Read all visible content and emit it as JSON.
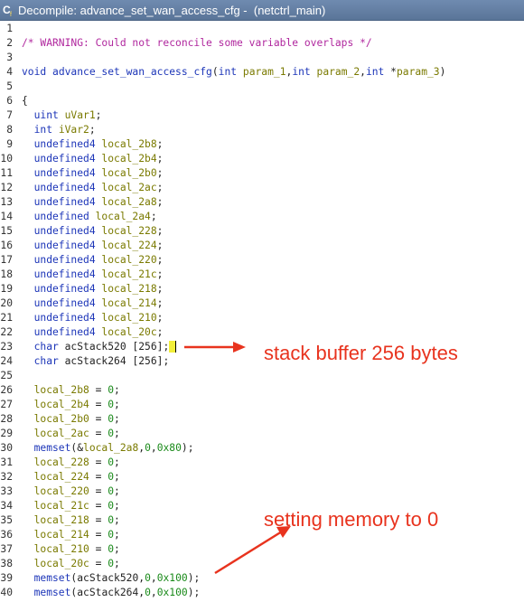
{
  "window": {
    "title": "Decompile: advance_set_wan_access_cfg -  (netctrl_main)",
    "icon": "decompile-icon"
  },
  "code_lines": [
    {
      "n": "1",
      "parts": []
    },
    {
      "n": "2",
      "parts": [
        {
          "t": "/* WARNING: Could not reconcile some variable overlaps */",
          "c": "cm"
        }
      ]
    },
    {
      "n": "3",
      "parts": []
    },
    {
      "n": "4",
      "parts": [
        {
          "t": "void ",
          "c": "ty"
        },
        {
          "t": "advance_set_wan_access_cfg",
          "c": "fn"
        },
        {
          "t": "(",
          "c": "pl"
        },
        {
          "t": "int ",
          "c": "ty"
        },
        {
          "t": "param_1",
          "c": "vr"
        },
        {
          "t": ",",
          "c": "pl"
        },
        {
          "t": "int ",
          "c": "ty"
        },
        {
          "t": "param_2",
          "c": "vr"
        },
        {
          "t": ",",
          "c": "pl"
        },
        {
          "t": "int ",
          "c": "ty"
        },
        {
          "t": "*",
          "c": "pl"
        },
        {
          "t": "param_3",
          "c": "vr"
        },
        {
          "t": ")",
          "c": "pl"
        }
      ]
    },
    {
      "n": "5",
      "parts": []
    },
    {
      "n": "6",
      "parts": [
        {
          "t": "{",
          "c": "pl"
        }
      ]
    },
    {
      "n": "7",
      "parts": [
        {
          "t": "  uint ",
          "c": "ty"
        },
        {
          "t": "uVar1",
          "c": "vr"
        },
        {
          "t": ";",
          "c": "pl"
        }
      ]
    },
    {
      "n": "8",
      "parts": [
        {
          "t": "  int ",
          "c": "ty"
        },
        {
          "t": "iVar2",
          "c": "vr"
        },
        {
          "t": ";",
          "c": "pl"
        }
      ]
    },
    {
      "n": "9",
      "parts": [
        {
          "t": "  undefined4 ",
          "c": "ty"
        },
        {
          "t": "local_2b8",
          "c": "vr"
        },
        {
          "t": ";",
          "c": "pl"
        }
      ]
    },
    {
      "n": "10",
      "parts": [
        {
          "t": "  undefined4 ",
          "c": "ty"
        },
        {
          "t": "local_2b4",
          "c": "vr"
        },
        {
          "t": ";",
          "c": "pl"
        }
      ]
    },
    {
      "n": "11",
      "parts": [
        {
          "t": "  undefined4 ",
          "c": "ty"
        },
        {
          "t": "local_2b0",
          "c": "vr"
        },
        {
          "t": ";",
          "c": "pl"
        }
      ]
    },
    {
      "n": "12",
      "parts": [
        {
          "t": "  undefined4 ",
          "c": "ty"
        },
        {
          "t": "local_2ac",
          "c": "vr"
        },
        {
          "t": ";",
          "c": "pl"
        }
      ]
    },
    {
      "n": "13",
      "parts": [
        {
          "t": "  undefined4 ",
          "c": "ty"
        },
        {
          "t": "local_2a8",
          "c": "vr"
        },
        {
          "t": ";",
          "c": "pl"
        }
      ]
    },
    {
      "n": "14",
      "parts": [
        {
          "t": "  undefined ",
          "c": "ty"
        },
        {
          "t": "local_2a4",
          "c": "vr"
        },
        {
          "t": ";",
          "c": "pl"
        }
      ]
    },
    {
      "n": "15",
      "parts": [
        {
          "t": "  undefined4 ",
          "c": "ty"
        },
        {
          "t": "local_228",
          "c": "vr"
        },
        {
          "t": ";",
          "c": "pl"
        }
      ]
    },
    {
      "n": "16",
      "parts": [
        {
          "t": "  undefined4 ",
          "c": "ty"
        },
        {
          "t": "local_224",
          "c": "vr"
        },
        {
          "t": ";",
          "c": "pl"
        }
      ]
    },
    {
      "n": "17",
      "parts": [
        {
          "t": "  undefined4 ",
          "c": "ty"
        },
        {
          "t": "local_220",
          "c": "vr"
        },
        {
          "t": ";",
          "c": "pl"
        }
      ]
    },
    {
      "n": "18",
      "parts": [
        {
          "t": "  undefined4 ",
          "c": "ty"
        },
        {
          "t": "local_21c",
          "c": "vr"
        },
        {
          "t": ";",
          "c": "pl"
        }
      ]
    },
    {
      "n": "19",
      "parts": [
        {
          "t": "  undefined4 ",
          "c": "ty"
        },
        {
          "t": "local_218",
          "c": "vr"
        },
        {
          "t": ";",
          "c": "pl"
        }
      ]
    },
    {
      "n": "20",
      "parts": [
        {
          "t": "  undefined4 ",
          "c": "ty"
        },
        {
          "t": "local_214",
          "c": "vr"
        },
        {
          "t": ";",
          "c": "pl"
        }
      ]
    },
    {
      "n": "21",
      "parts": [
        {
          "t": "  undefined4 ",
          "c": "ty"
        },
        {
          "t": "local_210",
          "c": "vr"
        },
        {
          "t": ";",
          "c": "pl"
        }
      ]
    },
    {
      "n": "22",
      "parts": [
        {
          "t": "  undefined4 ",
          "c": "ty"
        },
        {
          "t": "local_20c",
          "c": "vr"
        },
        {
          "t": ";",
          "c": "pl"
        }
      ]
    },
    {
      "n": "23",
      "parts": [
        {
          "t": "  char ",
          "c": "ty"
        },
        {
          "t": "acStack520 ",
          "c": "pl"
        },
        {
          "t": "[256]",
          "c": "pl"
        },
        {
          "t": ";",
          "c": "pl"
        },
        {
          "t": "|",
          "c": "hlc"
        }
      ]
    },
    {
      "n": "24",
      "parts": [
        {
          "t": "  char ",
          "c": "ty"
        },
        {
          "t": "acStack264 ",
          "c": "pl"
        },
        {
          "t": "[256]",
          "c": "pl"
        },
        {
          "t": ";",
          "c": "pl"
        }
      ]
    },
    {
      "n": "25",
      "parts": []
    },
    {
      "n": "26",
      "parts": [
        {
          "t": "  local_2b8",
          "c": "vr"
        },
        {
          "t": " = ",
          "c": "pl"
        },
        {
          "t": "0",
          "c": "num"
        },
        {
          "t": ";",
          "c": "pl"
        }
      ]
    },
    {
      "n": "27",
      "parts": [
        {
          "t": "  local_2b4",
          "c": "vr"
        },
        {
          "t": " = ",
          "c": "pl"
        },
        {
          "t": "0",
          "c": "num"
        },
        {
          "t": ";",
          "c": "pl"
        }
      ]
    },
    {
      "n": "28",
      "parts": [
        {
          "t": "  local_2b0",
          "c": "vr"
        },
        {
          "t": " = ",
          "c": "pl"
        },
        {
          "t": "0",
          "c": "num"
        },
        {
          "t": ";",
          "c": "pl"
        }
      ]
    },
    {
      "n": "29",
      "parts": [
        {
          "t": "  local_2ac",
          "c": "vr"
        },
        {
          "t": " = ",
          "c": "pl"
        },
        {
          "t": "0",
          "c": "num"
        },
        {
          "t": ";",
          "c": "pl"
        }
      ]
    },
    {
      "n": "30",
      "parts": [
        {
          "t": "  memset",
          "c": "fn"
        },
        {
          "t": "(&",
          "c": "pl"
        },
        {
          "t": "local_2a8",
          "c": "vr"
        },
        {
          "t": ",",
          "c": "pl"
        },
        {
          "t": "0",
          "c": "num"
        },
        {
          "t": ",",
          "c": "pl"
        },
        {
          "t": "0x80",
          "c": "num"
        },
        {
          "t": ");",
          "c": "pl"
        }
      ]
    },
    {
      "n": "31",
      "parts": [
        {
          "t": "  local_228",
          "c": "vr"
        },
        {
          "t": " = ",
          "c": "pl"
        },
        {
          "t": "0",
          "c": "num"
        },
        {
          "t": ";",
          "c": "pl"
        }
      ]
    },
    {
      "n": "32",
      "parts": [
        {
          "t": "  local_224",
          "c": "vr"
        },
        {
          "t": " = ",
          "c": "pl"
        },
        {
          "t": "0",
          "c": "num"
        },
        {
          "t": ";",
          "c": "pl"
        }
      ]
    },
    {
      "n": "33",
      "parts": [
        {
          "t": "  local_220",
          "c": "vr"
        },
        {
          "t": " = ",
          "c": "pl"
        },
        {
          "t": "0",
          "c": "num"
        },
        {
          "t": ";",
          "c": "pl"
        }
      ]
    },
    {
      "n": "34",
      "parts": [
        {
          "t": "  local_21c",
          "c": "vr"
        },
        {
          "t": " = ",
          "c": "pl"
        },
        {
          "t": "0",
          "c": "num"
        },
        {
          "t": ";",
          "c": "pl"
        }
      ]
    },
    {
      "n": "35",
      "parts": [
        {
          "t": "  local_218",
          "c": "vr"
        },
        {
          "t": " = ",
          "c": "pl"
        },
        {
          "t": "0",
          "c": "num"
        },
        {
          "t": ";",
          "c": "pl"
        }
      ]
    },
    {
      "n": "36",
      "parts": [
        {
          "t": "  local_214",
          "c": "vr"
        },
        {
          "t": " = ",
          "c": "pl"
        },
        {
          "t": "0",
          "c": "num"
        },
        {
          "t": ";",
          "c": "pl"
        }
      ]
    },
    {
      "n": "37",
      "parts": [
        {
          "t": "  local_210",
          "c": "vr"
        },
        {
          "t": " = ",
          "c": "pl"
        },
        {
          "t": "0",
          "c": "num"
        },
        {
          "t": ";",
          "c": "pl"
        }
      ]
    },
    {
      "n": "38",
      "parts": [
        {
          "t": "  local_20c",
          "c": "vr"
        },
        {
          "t": " = ",
          "c": "pl"
        },
        {
          "t": "0",
          "c": "num"
        },
        {
          "t": ";",
          "c": "pl"
        }
      ]
    },
    {
      "n": "39",
      "parts": [
        {
          "t": "  memset",
          "c": "fn"
        },
        {
          "t": "(",
          "c": "pl"
        },
        {
          "t": "acStack520",
          "c": "pl"
        },
        {
          "t": ",",
          "c": "pl"
        },
        {
          "t": "0",
          "c": "num"
        },
        {
          "t": ",",
          "c": "pl"
        },
        {
          "t": "0x100",
          "c": "num"
        },
        {
          "t": ");",
          "c": "pl"
        }
      ]
    },
    {
      "n": "40",
      "parts": [
        {
          "t": "  memset",
          "c": "fn"
        },
        {
          "t": "(",
          "c": "pl"
        },
        {
          "t": "acStack264",
          "c": "pl"
        },
        {
          "t": ",",
          "c": "pl"
        },
        {
          "t": "0",
          "c": "num"
        },
        {
          "t": ",",
          "c": "pl"
        },
        {
          "t": "0x100",
          "c": "num"
        },
        {
          "t": ");",
          "c": "pl"
        }
      ]
    }
  ],
  "annotations": {
    "stack_buffer": "stack buffer 256 bytes",
    "setting_memory": "setting memory to 0",
    "color": "#e8331e"
  }
}
